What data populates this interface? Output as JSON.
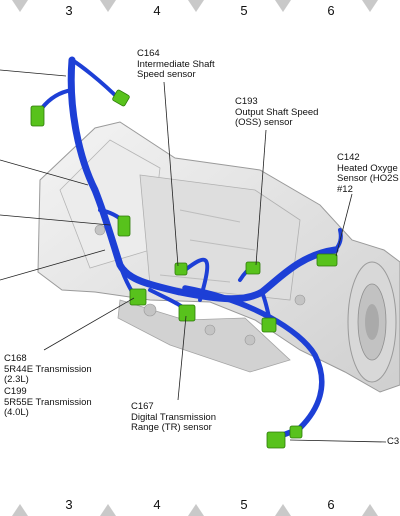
{
  "grid": {
    "columns": [
      "3",
      "4",
      "5",
      "6"
    ]
  },
  "callouts": {
    "c164": {
      "code": "C164",
      "line1": "Intermediate Shaft",
      "line2": "Speed sensor"
    },
    "c193": {
      "code": "C193",
      "line1": "Output Shaft Speed",
      "line2": "(OSS) sensor"
    },
    "c142": {
      "code": "C142",
      "line1": "Heated Oxyge",
      "line2": "Sensor (HO2S",
      "line3": "#12"
    },
    "c168": {
      "code": "C168",
      "line1": "5R44E Transmission",
      "line2": "(2.3L)"
    },
    "c199": {
      "code": "C199",
      "line1": "5R55E Transmission",
      "line2": "(4.0L)"
    },
    "c167": {
      "code": "C167",
      "line1": "Digital Transmission",
      "line2": "Range (TR) sensor"
    },
    "c3": {
      "code": "C3"
    }
  },
  "colors": {
    "harness": "#1d3fd6",
    "connector": "#58c21c",
    "housing": "#e6e6e6",
    "leader": "#222222"
  }
}
